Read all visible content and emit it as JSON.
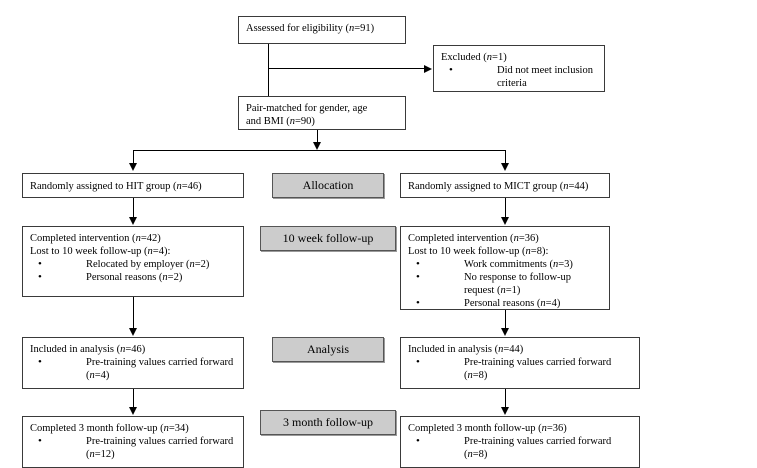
{
  "diagram": {
    "title": "CONSORT participant flow diagram",
    "colors": {
      "stage_label_fill": "#cccccc",
      "stage_label_border": "#555555",
      "box_border": "#3a3a3a",
      "connector": "#000000",
      "background": "#ffffff"
    }
  },
  "nodes": {
    "assessed": {
      "name": "assessed-for-eligibility-box",
      "line1_pre": "Assessed for eligibility (",
      "line1_ital": "n",
      "line1_post": "=91)"
    },
    "excluded": {
      "name": "excluded-box",
      "header_pre": "Excluded (",
      "header_ital": "n",
      "header_post": "=1)",
      "bullets": [
        {
          "text": "Did not meet inclusion criteria"
        }
      ]
    },
    "pair_matched": {
      "name": "pair-matched-box",
      "line1": "Pair-matched for gender, age",
      "line2_pre": "and BMI (",
      "line2_ital": "n",
      "line2_post": "=90)"
    },
    "hit_alloc": {
      "name": "hit-allocation-box",
      "text_pre": "Randomly assigned to HIT group (",
      "text_ital": "n",
      "text_post": "=46)"
    },
    "mict_alloc": {
      "name": "mict-allocation-box",
      "text_pre": "Randomly assigned to MICT group (",
      "text_ital": "n",
      "text_post": "=44)"
    },
    "hit_followup": {
      "name": "hit-10-week-followup-box",
      "line1_pre": "Completed intervention (",
      "line1_ital": "n",
      "line1_post": "=42)",
      "line2_pre": "Lost to 10 week follow-up (",
      "line2_ital": "n",
      "line2_post": "=4):",
      "bullets": [
        {
          "pre": "Relocated by employer (",
          "ital": "n",
          "post": "=2)"
        },
        {
          "pre": "Personal reasons (",
          "ital": "n",
          "post": "=2)"
        }
      ]
    },
    "mict_followup": {
      "name": "mict-10-week-followup-box",
      "line1_pre": "Completed intervention (",
      "line1_ital": "n",
      "line1_post": "=36)",
      "line2_pre": "Lost to 10 week follow-up (",
      "line2_ital": "n",
      "line2_post": "=8):",
      "bullets": [
        {
          "pre": "Work commitments (",
          "ital": "n",
          "post": "=3)"
        },
        {
          "pre": "No response to follow-up request (",
          "ital": "n",
          "post": "=1)"
        },
        {
          "pre": "Personal reasons (",
          "ital": "n",
          "post": "=4)"
        }
      ]
    },
    "hit_analysis": {
      "name": "hit-analysis-box",
      "line1_pre": "Included in analysis (",
      "line1_ital": "n",
      "line1_post": "=46)",
      "bullets": [
        {
          "pre": "Pre-training values carried forward (",
          "ital": "n",
          "post": "=4)"
        }
      ]
    },
    "mict_analysis": {
      "name": "mict-analysis-box",
      "line1_pre": "Included in analysis (",
      "line1_ital": "n",
      "line1_post": "=44)",
      "bullets": [
        {
          "pre": "Pre-training values carried forward (",
          "ital": "n",
          "post": "=8)"
        }
      ]
    },
    "hit_3month": {
      "name": "hit-3-month-followup-box",
      "line1_pre": "Completed 3 month follow-up (",
      "line1_ital": "n",
      "line1_post": "=34)",
      "bullets": [
        {
          "pre": "Pre-training values carried forward (",
          "ital": "n",
          "post": "=12)"
        }
      ]
    },
    "mict_3month": {
      "name": "mict-3-month-followup-box",
      "line1_pre": "Completed 3 month follow-up (",
      "line1_ital": "n",
      "line1_post": "=36)",
      "bullets": [
        {
          "pre": "Pre-training values carried forward (",
          "ital": "n",
          "post": "=8)"
        }
      ]
    }
  },
  "stage_labels": [
    {
      "id": "allocation",
      "label": "Allocation"
    },
    {
      "id": "ten-week-follow-up",
      "label": "10 week follow-up"
    },
    {
      "id": "analysis",
      "label": "Analysis"
    },
    {
      "id": "three-month-follow-up",
      "label": "3 month follow-up"
    }
  ]
}
